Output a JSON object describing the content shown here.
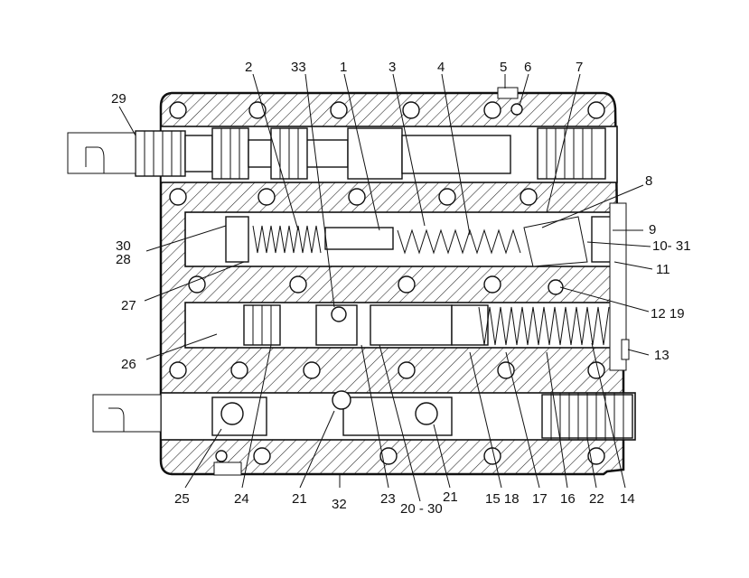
{
  "diagram": {
    "labels": [
      {
        "id": "l2",
        "text": "2"
      },
      {
        "id": "l33",
        "text": "33"
      },
      {
        "id": "l1",
        "text": "1"
      },
      {
        "id": "l3",
        "text": "3"
      },
      {
        "id": "l4",
        "text": "4"
      },
      {
        "id": "l5",
        "text": "5"
      },
      {
        "id": "l6",
        "text": "6"
      },
      {
        "id": "l7",
        "text": "7"
      },
      {
        "id": "l29",
        "text": "29"
      },
      {
        "id": "l8",
        "text": "8"
      },
      {
        "id": "l9",
        "text": "9"
      },
      {
        "id": "l10_31",
        "text": "10- 31"
      },
      {
        "id": "l11",
        "text": "11"
      },
      {
        "id": "l12_19",
        "text": "12 19"
      },
      {
        "id": "l13",
        "text": "13"
      },
      {
        "id": "l30",
        "text": "30"
      },
      {
        "id": "l28",
        "text": "28"
      },
      {
        "id": "l27",
        "text": "27"
      },
      {
        "id": "l26",
        "text": "26"
      },
      {
        "id": "l25",
        "text": "25"
      },
      {
        "id": "l24",
        "text": "24"
      },
      {
        "id": "l21a",
        "text": "21"
      },
      {
        "id": "l32",
        "text": "32"
      },
      {
        "id": "l23",
        "text": "23"
      },
      {
        "id": "l20_30",
        "text": "20 - 30"
      },
      {
        "id": "l21b",
        "text": "21"
      },
      {
        "id": "l15_18",
        "text": "15 18"
      },
      {
        "id": "l17",
        "text": "17"
      },
      {
        "id": "l16",
        "text": "16"
      },
      {
        "id": "l22",
        "text": "22"
      },
      {
        "id": "l14",
        "text": "14"
      }
    ]
  }
}
